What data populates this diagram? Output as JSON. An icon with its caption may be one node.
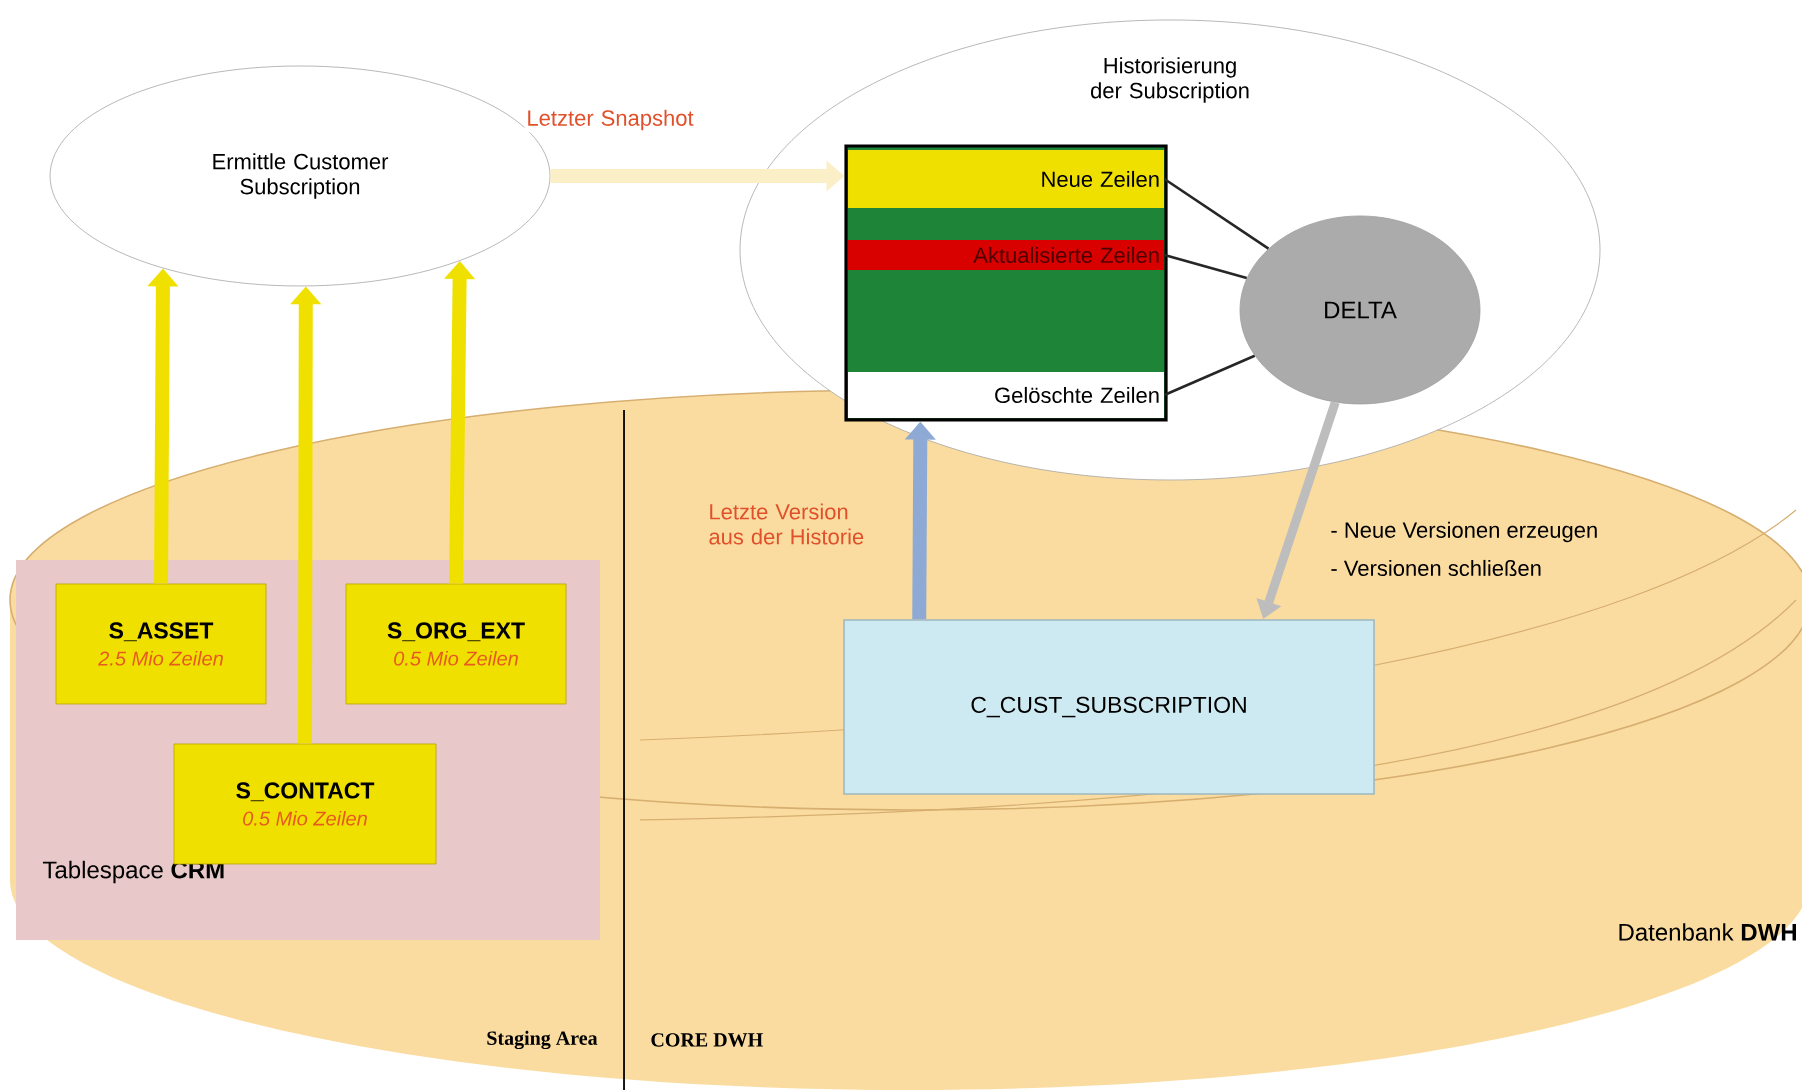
{
  "diagram": {
    "nodes": [
      {
        "text": [
          "Datenbank **DWH**"
        ]
      },
      {
        "text": [
          "Tablespace **CRM**"
        ],
        "in": 0
      },
      {
        "text": [
          "S_ASSET",
          "2.5 Mio Zeilen"
        ],
        "in": 1
      },
      {
        "text": [
          "S_ORG_EXT",
          "0.5 Mio Zeilen"
        ],
        "in": 1
      },
      {
        "text": [
          "S_CONTACT",
          "0.5 Mio Zeilen"
        ],
        "in": 1
      },
      {
        "text": [
          "C_CUST_SUBSCRIPTION"
        ],
        "in": 0
      },
      {
        "text": [
          "Ermittle Customer Subscription"
        ]
      },
      {
        "text": [
          "Historisierung der Subscription"
        ]
      },
      {
        "text": [],
        "shape": "box",
        "in": 7
      },
      {
        "text": [
          "Neue Zeilen"
        ],
        "in": 8
      },
      {
        "text": [
          "Aktualisierte Zeilen"
        ],
        "in": 8
      },
      {
        "text": [
          "Gelöschte Zeilen"
        ],
        "in": 8
      },
      {
        "text": [
          "DELTA"
        ],
        "in": 7
      }
    ],
    "edges": [
      {
        "from": 2,
        "to": 6,
        "arrow": "to",
        "color": "#f0e000"
      },
      {
        "from": 4,
        "to": 6,
        "arrow": "to",
        "color": "#f0e000"
      },
      {
        "from": 3,
        "to": 6,
        "arrow": "to",
        "color": "#f0e000"
      },
      {
        "from": 6,
        "to": 8,
        "arrow": "to",
        "color": "#fbefc8",
        "label": "Letzter Snapshot"
      },
      {
        "from": 5,
        "to": 8,
        "arrow": "to",
        "color": "#8eaad4",
        "label": "Letzte Version aus der Historie"
      },
      {
        "from": 12,
        "to": 5,
        "arrow": "to",
        "color": "#bdbdbd"
      },
      {
        "from": 9,
        "to": 12,
        "arrow": "none",
        "color": "#262626"
      },
      {
        "from": 10,
        "to": 12,
        "arrow": "none",
        "color": "#262626"
      },
      {
        "from": 11,
        "to": 12,
        "arrow": "none",
        "color": "#262626"
      }
    ],
    "labels": [
      "- Neue Versionen erzeugen",
      "- Versionen schließen",
      "Staging Area",
      "CORE DWH"
    ]
  }
}
